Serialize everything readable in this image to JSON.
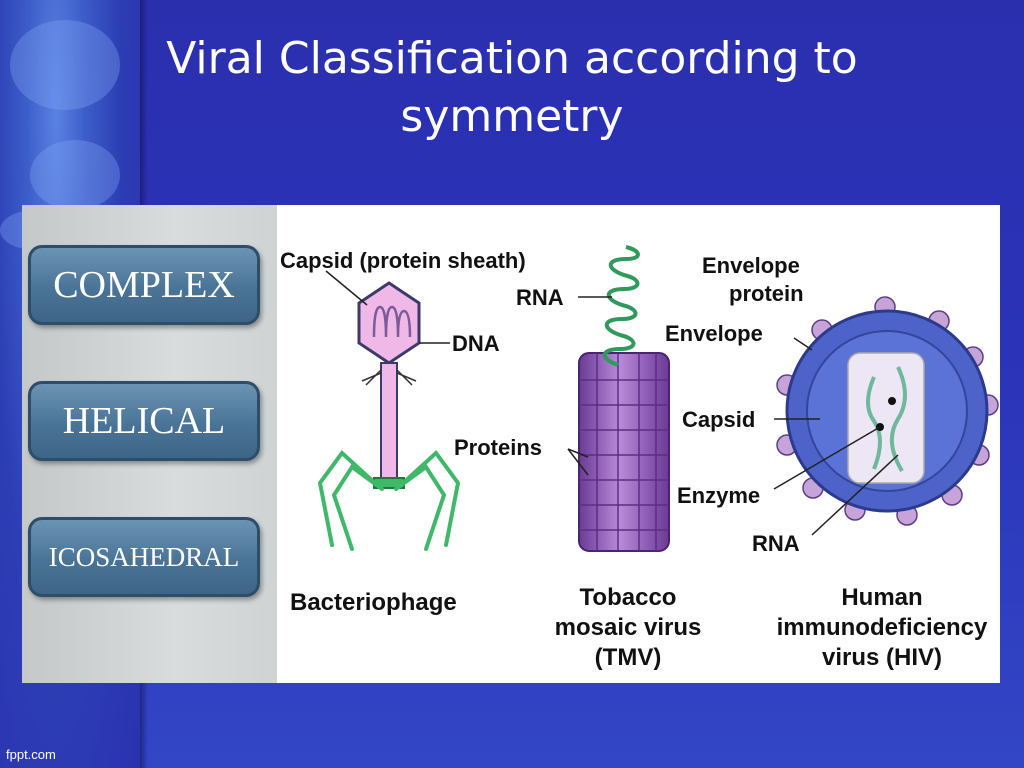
{
  "slide": {
    "title_line1": "Viral Classification according to",
    "title_line2": "symmetry",
    "watermark": "fppt.com"
  },
  "categories": [
    "COMPLEX",
    "HELICAL",
    "ICOSAHEDRAL"
  ],
  "labels": {
    "capsid_sheath": "Capsid (protein sheath)",
    "dna": "DNA",
    "rna_tmv": "RNA",
    "proteins": "Proteins",
    "envelope_protein_1": "Envelope",
    "envelope_protein_2": "protein",
    "envelope": "Envelope",
    "capsid": "Capsid",
    "enzyme": "Enzyme",
    "rna_hiv": "RNA"
  },
  "viruses": {
    "bacteriophage": "Bacteriophage",
    "tmv_1": "Tobacco",
    "tmv_2": "mosaic virus",
    "tmv_3": "(TMV)",
    "hiv_1": "Human",
    "hiv_2": "immunodeficiency",
    "hiv_3": "virus (HIV)"
  },
  "colors": {
    "background": "#2b33b8",
    "phage_head": "#f0b8e6",
    "tmv_protein": "#9b5bc6",
    "rna_green": "#2f9a5c",
    "hiv_envelope": "#4d63c9",
    "button": "#4a7497"
  }
}
